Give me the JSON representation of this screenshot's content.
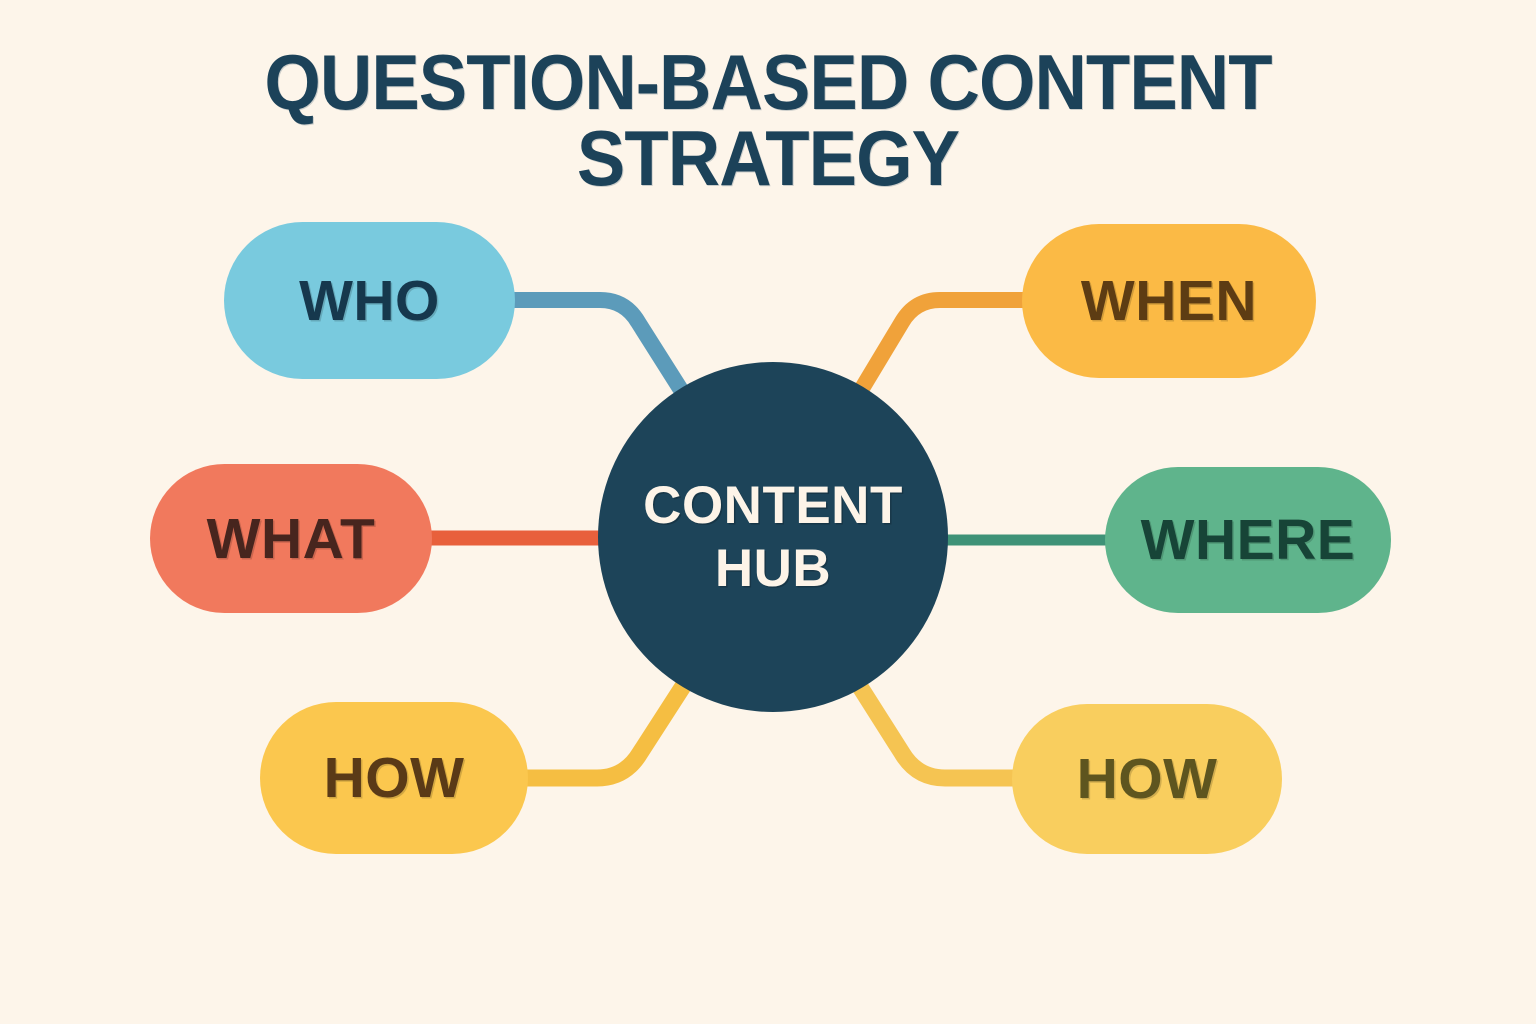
{
  "page": {
    "background_color": "#fdf5ea"
  },
  "title": {
    "line1": "QUESTION-BASED CONTENT",
    "line2": "STRATEGY",
    "color": "#1c4259"
  },
  "hub": {
    "line1": "CONTENT",
    "line2": "HUB",
    "fill_color": "#1d4459",
    "text_color": "#fdf4e8"
  },
  "nodes": [
    {
      "id": "who",
      "label": "WHO",
      "fill_color": "#79cade",
      "text_color": "#16384d",
      "connector_color": "#5c9bba",
      "side": "left",
      "row": "top"
    },
    {
      "id": "what",
      "label": "WHAT",
      "fill_color": "#f1795d",
      "text_color": "#47251e",
      "connector_color": "#e8603c",
      "side": "left",
      "row": "middle"
    },
    {
      "id": "how-left",
      "label": "HOW",
      "fill_color": "#fbc74e",
      "text_color": "#5a3a17",
      "connector_color": "#f5be42",
      "side": "left",
      "row": "bottom"
    },
    {
      "id": "when",
      "label": "WHEN",
      "fill_color": "#fbba45",
      "text_color": "#5d3c13",
      "connector_color": "#f0a23a",
      "side": "right",
      "row": "top"
    },
    {
      "id": "where",
      "label": "WHERE",
      "fill_color": "#5fb48c",
      "text_color": "#174437",
      "connector_color": "#3f9277",
      "side": "right",
      "row": "middle"
    },
    {
      "id": "how-right",
      "label": "HOW",
      "fill_color": "#f9ce5e",
      "text_color": "#5e551f",
      "connector_color": "#f5c452",
      "side": "right",
      "row": "bottom"
    }
  ],
  "diagram": {
    "type": "mind-map",
    "center_label": "CONTENT HUB",
    "branch_labels": [
      "WHO",
      "WHAT",
      "HOW",
      "WHEN",
      "WHERE",
      "HOW"
    ],
    "branch_count": 6
  }
}
